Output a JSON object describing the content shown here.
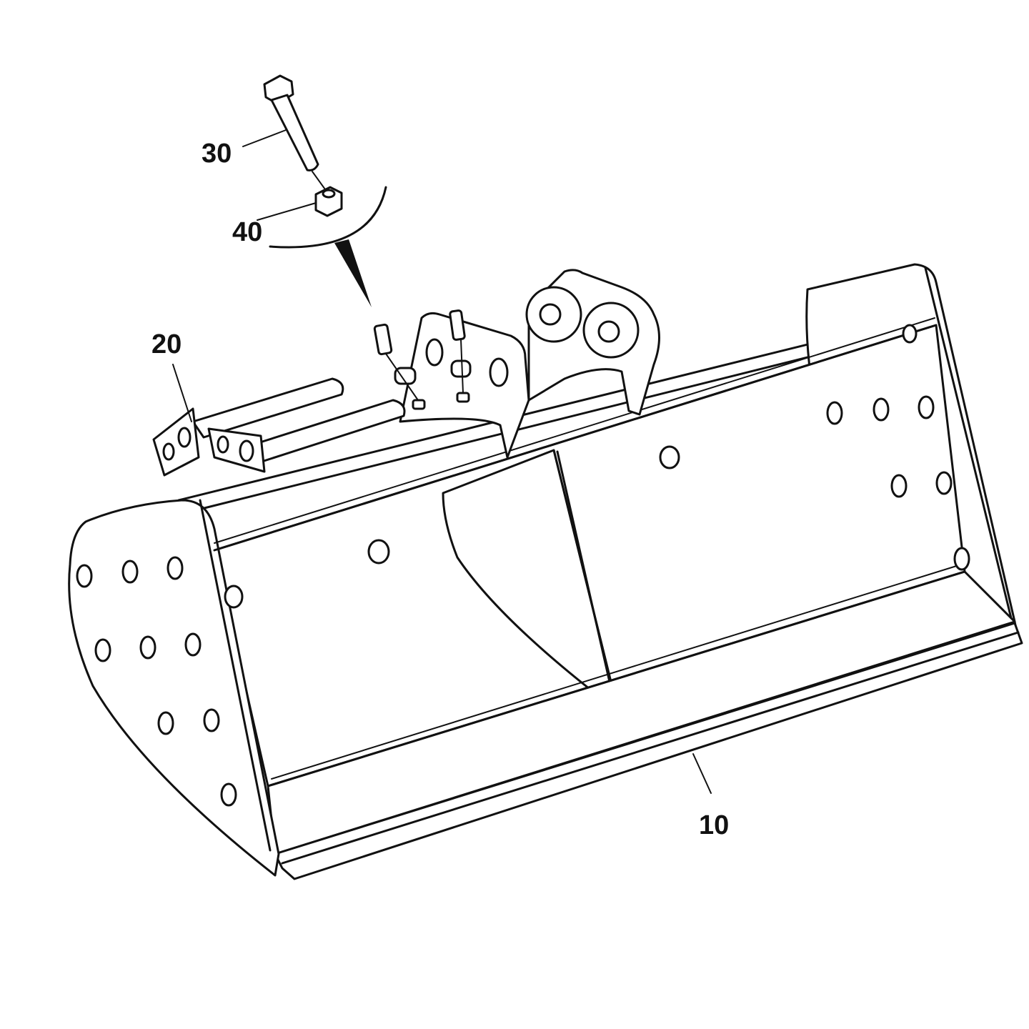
{
  "callouts": {
    "c10": "10",
    "c20": "20",
    "c30": "30",
    "c40": "40"
  },
  "colors": {
    "line": "#111111",
    "background": "#ffffff"
  }
}
